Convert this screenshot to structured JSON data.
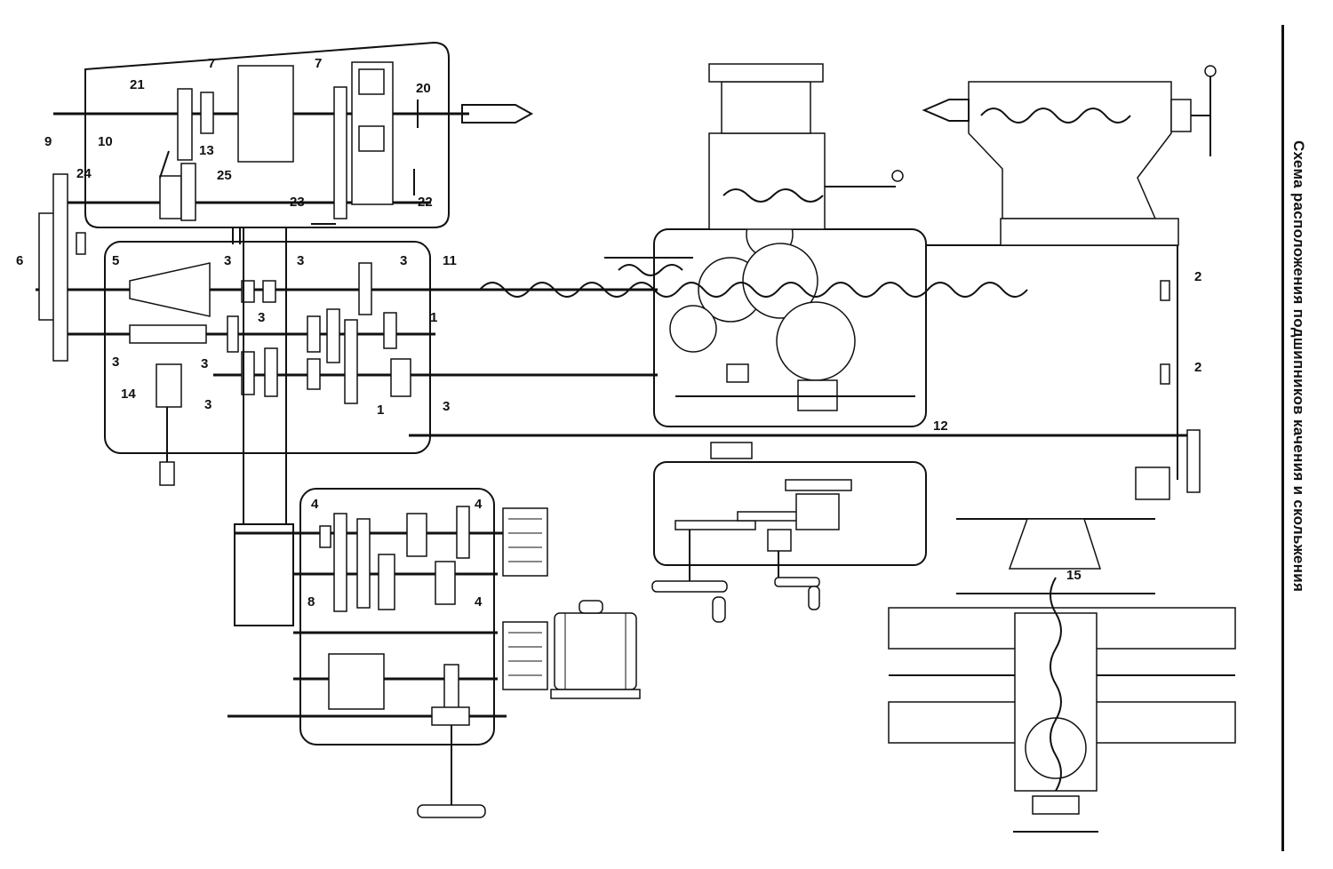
{
  "caption": "Схема расположения подшипников качения и скольжения",
  "labels": {
    "l1a": "1",
    "l1b": "1",
    "l2a": "2",
    "l2b": "2",
    "l3a": "3",
    "l3b": "3",
    "l3c": "3",
    "l3d": "3",
    "l3e": "3",
    "l3f": "3",
    "l3g": "3",
    "l3h": "3",
    "l4a": "4",
    "l4b": "4",
    "l4c": "4",
    "l5": "5",
    "l6": "6",
    "l7a": "7",
    "l7b": "7",
    "l8": "8",
    "l9": "9",
    "l10": "10",
    "l11": "11",
    "l12": "12",
    "l13": "13",
    "l14": "14",
    "l15": "15",
    "l20": "20",
    "l21": "21",
    "l22": "22",
    "l23": "23",
    "l24": "24",
    "l25": "25"
  }
}
